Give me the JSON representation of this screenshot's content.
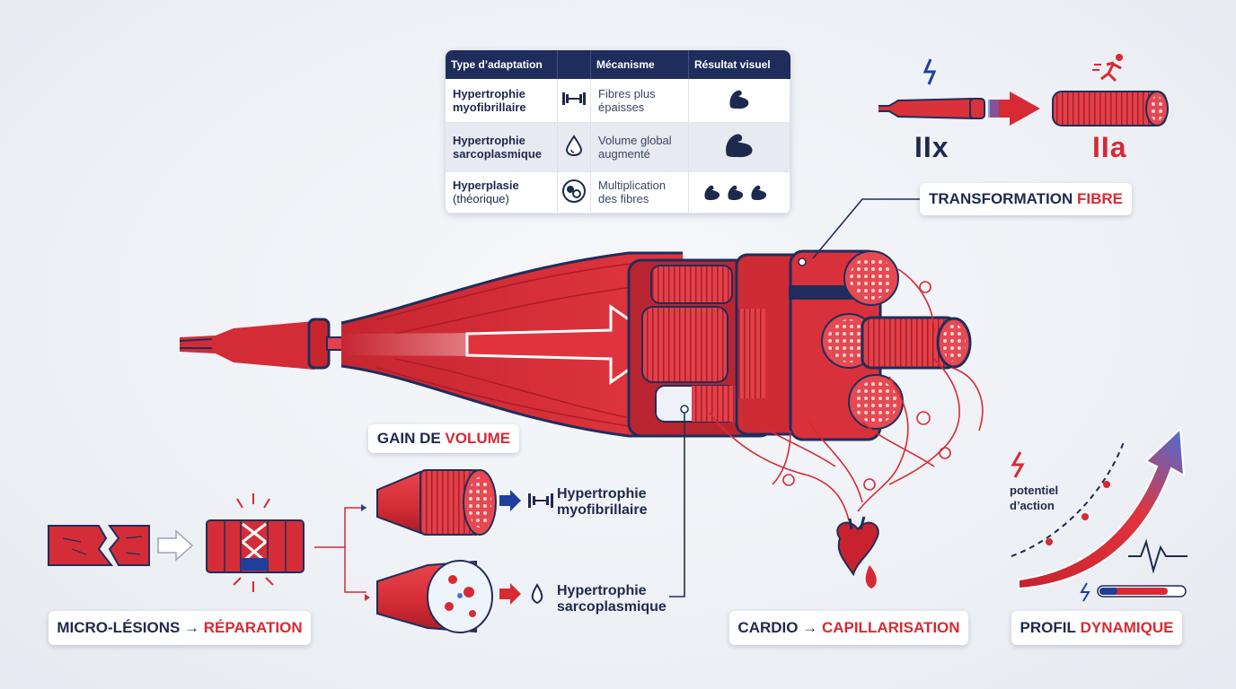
{
  "table": {
    "headers": [
      "Type d’adaptation",
      "",
      "Mécanisme",
      "Résultat visuel"
    ],
    "rows": [
      {
        "type": "Hypertrophie myofibrillaire",
        "icon": "dumbbell-icon",
        "mechanism": "Fibres plus épaisses",
        "result": "flexed-arm-icon"
      },
      {
        "type": "Hypertrophie sarcoplasmique",
        "icon": "droplet-icon",
        "mechanism": "Volume global augmenté",
        "result": "large-flexed-arm-icon"
      },
      {
        "type": "Hyperplasie",
        "type_sub": "(théorique)",
        "icon": "cells-icon",
        "mechanism": "Multiplication des fibres",
        "result": "triple-flexed-arm-icon"
      }
    ]
  },
  "fiber_transform": {
    "from": "IIx",
    "to": "IIa",
    "label_part1": "TRANSFORMATION",
    "label_part2": "FIBRE",
    "icons": [
      "lightning-icon",
      "runner-icon"
    ]
  },
  "gain": {
    "label_part1": "GAIN DE",
    "label_part2": "VOLUME",
    "branch1": "Hypertrophie myofibrillaire",
    "branch2": "Hypertrophie sarcoplasmique"
  },
  "micro": {
    "label_part1": "MICRO-LÉSIONS →",
    "label_part2": "RÉPARATION"
  },
  "cardio": {
    "label_part1": "CARDIO →",
    "label_part2": "CAPILLARISATION"
  },
  "profile": {
    "label_part1": "PROFIL",
    "label_part2": "DYNAMIQUE",
    "potential_line1": "potentiel",
    "potential_line2": "d’action"
  },
  "colors": {
    "navy": "#1d2a4d",
    "red": "#d72a34",
    "muscle": "#e0343d",
    "muscle_dark": "#b01f2a",
    "background": "#eceff4"
  }
}
